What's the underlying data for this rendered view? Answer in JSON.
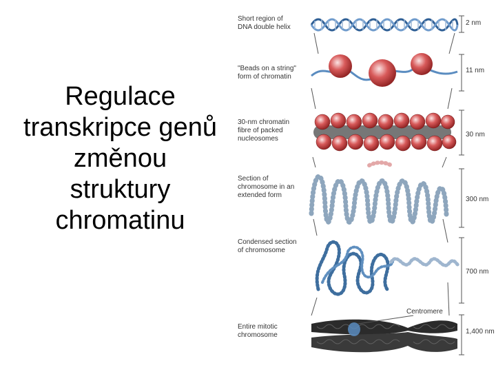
{
  "slide_title": [
    "Regulace",
    "transkripce genů",
    "změnou",
    "struktury",
    "chromatinu"
  ],
  "stages": [
    {
      "label": [
        "Short region of",
        "DNA double helix"
      ],
      "scale": "2 nm"
    },
    {
      "label": [
        "\"Beads on a string\"",
        "form of chromatin"
      ],
      "scale": "11 nm"
    },
    {
      "label": [
        "30-nm chromatin",
        "fibre of packed",
        "nucleosomes"
      ],
      "scale": "30 nm"
    },
    {
      "label": [
        "Section of",
        "chromosome in an",
        "extended form"
      ],
      "scale": "300 nm"
    },
    {
      "label": [
        "Condensed section",
        "of chromosome"
      ],
      "scale": "700 nm"
    },
    {
      "label": [
        "Entire mitotic",
        "chromosome"
      ],
      "scale": "1,400 nm"
    }
  ],
  "centromere_label": "Centromere",
  "colors": {
    "dna_blue": "#5a8cc0",
    "nucleosome_red": "#c83a3a",
    "bead_gray": "#8ea6bd",
    "chromosome_dark": "#2b2b2b"
  }
}
